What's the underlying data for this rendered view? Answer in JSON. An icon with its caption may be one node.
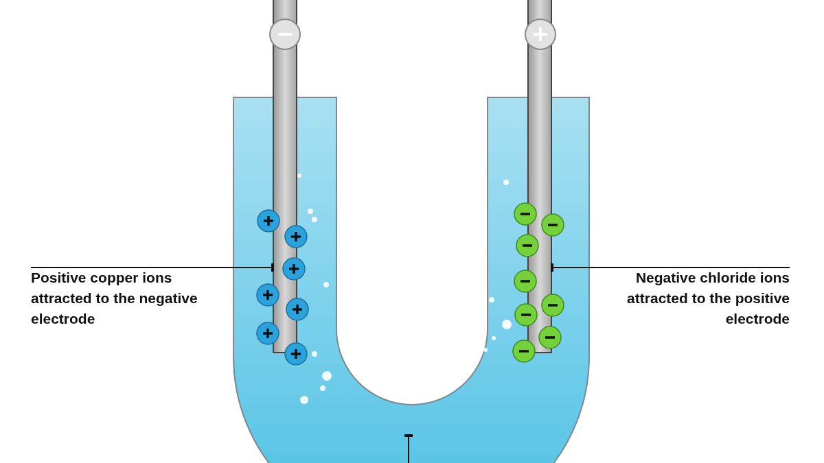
{
  "diagram": {
    "nodes": [
      {
        "text": [
          "Positive copper ions attracted to the negative electrode"
        ]
      },
      {
        "text": [],
        "shape": "bar"
      },
      {
        "text": [
          "Negative chloride ions attracted to the positive electrode"
        ]
      },
      {
        "text": [],
        "shape": "bar"
      },
      {
        "text": [],
        "shape": "picture"
      }
    ],
    "edges": [
      {
        "from": 0,
        "to": 1,
        "arrow": "other"
      },
      {
        "from": 2,
        "to": 3,
        "arrow": "other"
      },
      {
        "from": null,
        "to": 4,
        "arrow": "other"
      }
    ]
  }
}
